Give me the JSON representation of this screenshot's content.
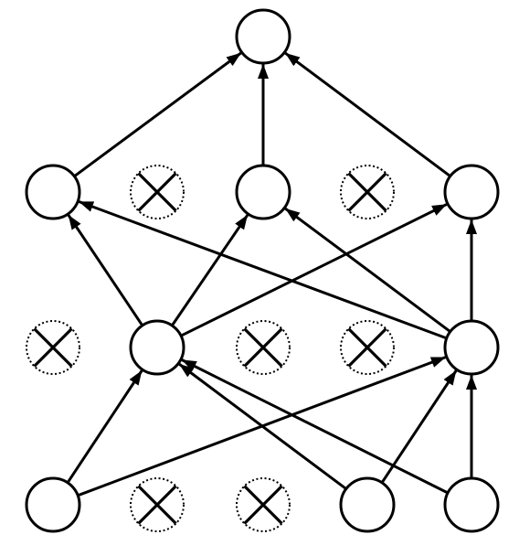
{
  "diagram": {
    "type": "neural-network-dropout",
    "colors": {
      "stroke": "#000000",
      "background": "#ffffff"
    },
    "layers": [
      {
        "id": "input",
        "nodes": [
          {
            "id": "i1",
            "state": "active"
          },
          {
            "id": "i2",
            "state": "dropped"
          },
          {
            "id": "i3",
            "state": "dropped"
          },
          {
            "id": "i4",
            "state": "active"
          },
          {
            "id": "i5",
            "state": "active"
          }
        ]
      },
      {
        "id": "hidden1",
        "nodes": [
          {
            "id": "a1",
            "state": "dropped"
          },
          {
            "id": "a2",
            "state": "active"
          },
          {
            "id": "a3",
            "state": "dropped"
          },
          {
            "id": "a4",
            "state": "dropped"
          },
          {
            "id": "a5",
            "state": "active"
          }
        ]
      },
      {
        "id": "hidden2",
        "nodes": [
          {
            "id": "b1",
            "state": "active"
          },
          {
            "id": "b2",
            "state": "dropped"
          },
          {
            "id": "b3",
            "state": "active"
          },
          {
            "id": "b4",
            "state": "dropped"
          },
          {
            "id": "b5",
            "state": "active"
          }
        ]
      },
      {
        "id": "output",
        "nodes": [
          {
            "id": "o1",
            "state": "active"
          }
        ]
      }
    ],
    "edges": [
      [
        "i1",
        "a2"
      ],
      [
        "i1",
        "a5"
      ],
      [
        "i4",
        "a2"
      ],
      [
        "i4",
        "a5"
      ],
      [
        "i5",
        "a2"
      ],
      [
        "i5",
        "a5"
      ],
      [
        "a2",
        "b1"
      ],
      [
        "a2",
        "b3"
      ],
      [
        "a2",
        "b5"
      ],
      [
        "a5",
        "b1"
      ],
      [
        "a5",
        "b3"
      ],
      [
        "a5",
        "b5"
      ],
      [
        "b1",
        "o1"
      ],
      [
        "b3",
        "o1"
      ],
      [
        "b5",
        "o1"
      ]
    ]
  }
}
